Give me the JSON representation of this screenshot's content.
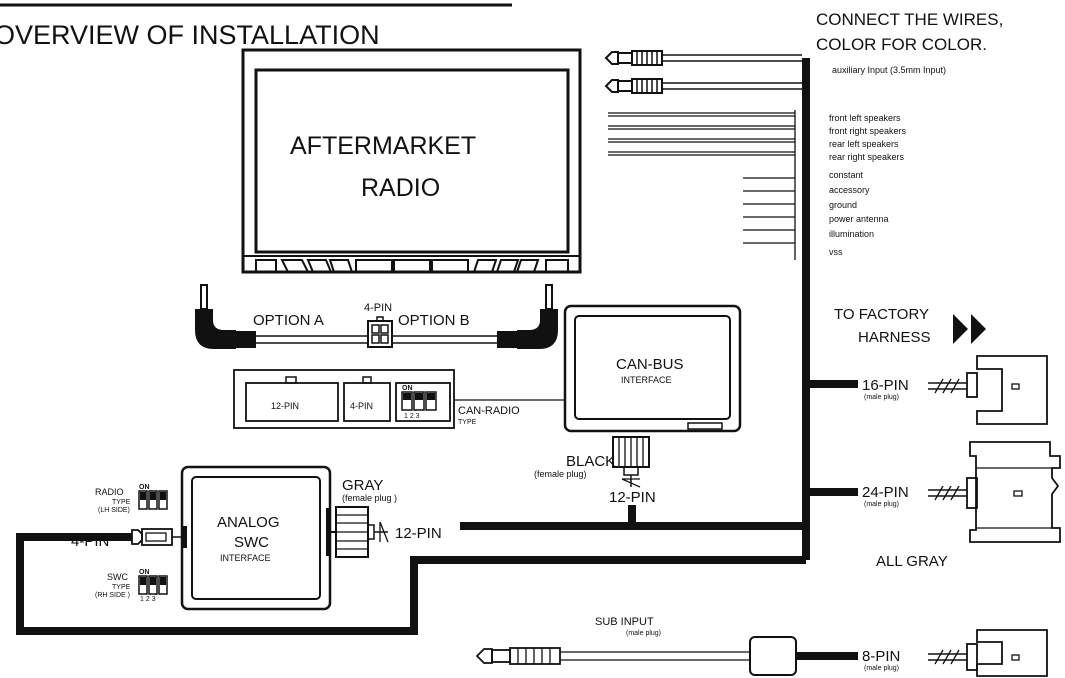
{
  "title": "OVERVIEW OF INSTALLATION",
  "radio": {
    "line1": "AFTERMARKET",
    "line2": "RADIO"
  },
  "wiring": {
    "heading_line1": "CONNECT THE WIRES,",
    "heading_line2": "COLOR FOR COLOR.",
    "aux_label": "auxiliary Input (3.5mm Input)",
    "wires": [
      "front left speakers",
      "front right speakers",
      "rear left speakers",
      "rear right speakers",
      "constant",
      "accessory",
      "ground",
      "power antenna",
      "illumination",
      "vss"
    ]
  },
  "options": {
    "a": "OPTION A",
    "b": "OPTION B",
    "pin4": "4-PIN"
  },
  "canbus": {
    "title": "CAN-BUS",
    "subtitle": "INTERFACE",
    "port_12": "12-PIN",
    "port_4": "4-PIN",
    "dip_on": "ON",
    "dip_numbers": "1  2  3",
    "radio_label": "CAN-RADIO",
    "radio_sub": "TYPE",
    "connector_color": "BLACK",
    "connector_type": "(female plug)",
    "connector_pins": "12-PIN"
  },
  "swc": {
    "line1": "ANALOG",
    "line2": "SWC",
    "line3": "INTERFACE",
    "connector_color": "GRAY",
    "connector_type": "(female plug )",
    "connector_pins": "12-PIN",
    "left_pin": "4-PIN",
    "radio_label": "RADIO",
    "radio_type": "TYPE",
    "radio_side": "(LH SIDE)",
    "swc_label": "SWC",
    "swc_type": "TYPE",
    "swc_side": "(RH SIDE  )",
    "dip_on": "ON",
    "dip_numbers": "1  2  3"
  },
  "factory": {
    "line1": "TO FACTORY",
    "line2": "HARNESS",
    "pin16": "16-PIN",
    "pin24": "24-PIN",
    "pin8": "8-PIN",
    "male": "(male plug)",
    "all_gray": "ALL GRAY"
  },
  "sub": {
    "label": "SUB INPUT",
    "type": "(male plug)"
  },
  "colors": {
    "ink": "#111111",
    "background": "#ffffff"
  }
}
